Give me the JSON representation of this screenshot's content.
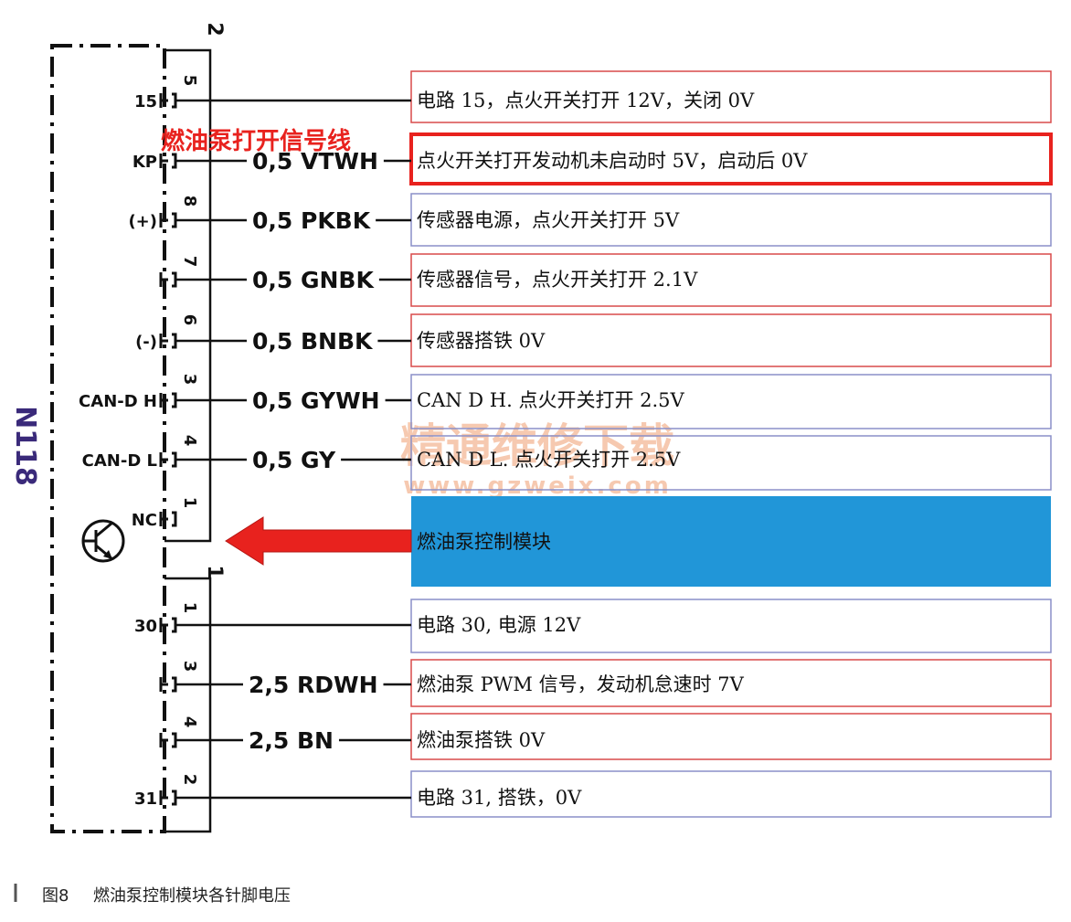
{
  "module_label": "N118",
  "connector_top_label": "2",
  "connector_bottom_label": "1",
  "highlight_annotation": "燃油泵打开信号线",
  "block_label": "燃油泵控制模块",
  "watermark": {
    "line1": "精通维修下载",
    "line2": "www.gzweix.com"
  },
  "caption": {
    "figure": "图8",
    "text": "燃油泵控制模块各针脚电压"
  },
  "colors": {
    "box_red": "#d94a4a",
    "box_blue": "#8a8fc8",
    "highlight_red": "#e8221e",
    "block_blue": "#2196d8",
    "module_purple": "#3a2a7a"
  },
  "pins": [
    {
      "pin": "5",
      "signal": "15",
      "wire": "",
      "desc": "电路 15，点火开关打开 12V，关闭 0V",
      "box": "red"
    },
    {
      "pin": "",
      "signal": "KP",
      "wire": "0,5 VTWH",
      "desc": "点火开关打开发动机未启动时 5V，启动后 0V",
      "box": "highlight"
    },
    {
      "pin": "8",
      "signal": "(+)",
      "wire": "0,5 PKBK",
      "desc": "传感器电源，点火开关打开 5V",
      "box": "blue"
    },
    {
      "pin": "7",
      "signal": "",
      "wire": "0,5 GNBK",
      "desc": "传感器信号，点火开关打开 2.1V",
      "box": "red"
    },
    {
      "pin": "6",
      "signal": "(-)",
      "wire": "0,5 BNBK",
      "desc": "传感器搭铁 0V",
      "box": "red"
    },
    {
      "pin": "3",
      "signal": "CAN-D H",
      "wire": "0,5 GYWH",
      "desc": "CAN D H. 点火开关打开 2.5V",
      "box": "blue"
    },
    {
      "pin": "4",
      "signal": "CAN-D L",
      "wire": "0,5 GY",
      "desc": "CAN D L. 点火开关打开 2.5V",
      "box": "blue"
    },
    {
      "pin": "1",
      "signal": "NC",
      "wire": "",
      "desc": "",
      "box": "none"
    },
    {
      "pin": "1",
      "signal": "30",
      "wire": "",
      "desc": "电路 30, 电源 12V",
      "box": "blue"
    },
    {
      "pin": "3",
      "signal": "",
      "wire": "2,5 RDWH",
      "desc": "燃油泵 PWM 信号，发动机怠速时 7V",
      "box": "red"
    },
    {
      "pin": "4",
      "signal": "",
      "wire": "2,5 BN",
      "desc": "燃油泵搭铁 0V",
      "box": "red"
    },
    {
      "pin": "2",
      "signal": "31",
      "wire": "",
      "desc": "电路 31, 搭铁，0V",
      "box": "blue"
    }
  ]
}
